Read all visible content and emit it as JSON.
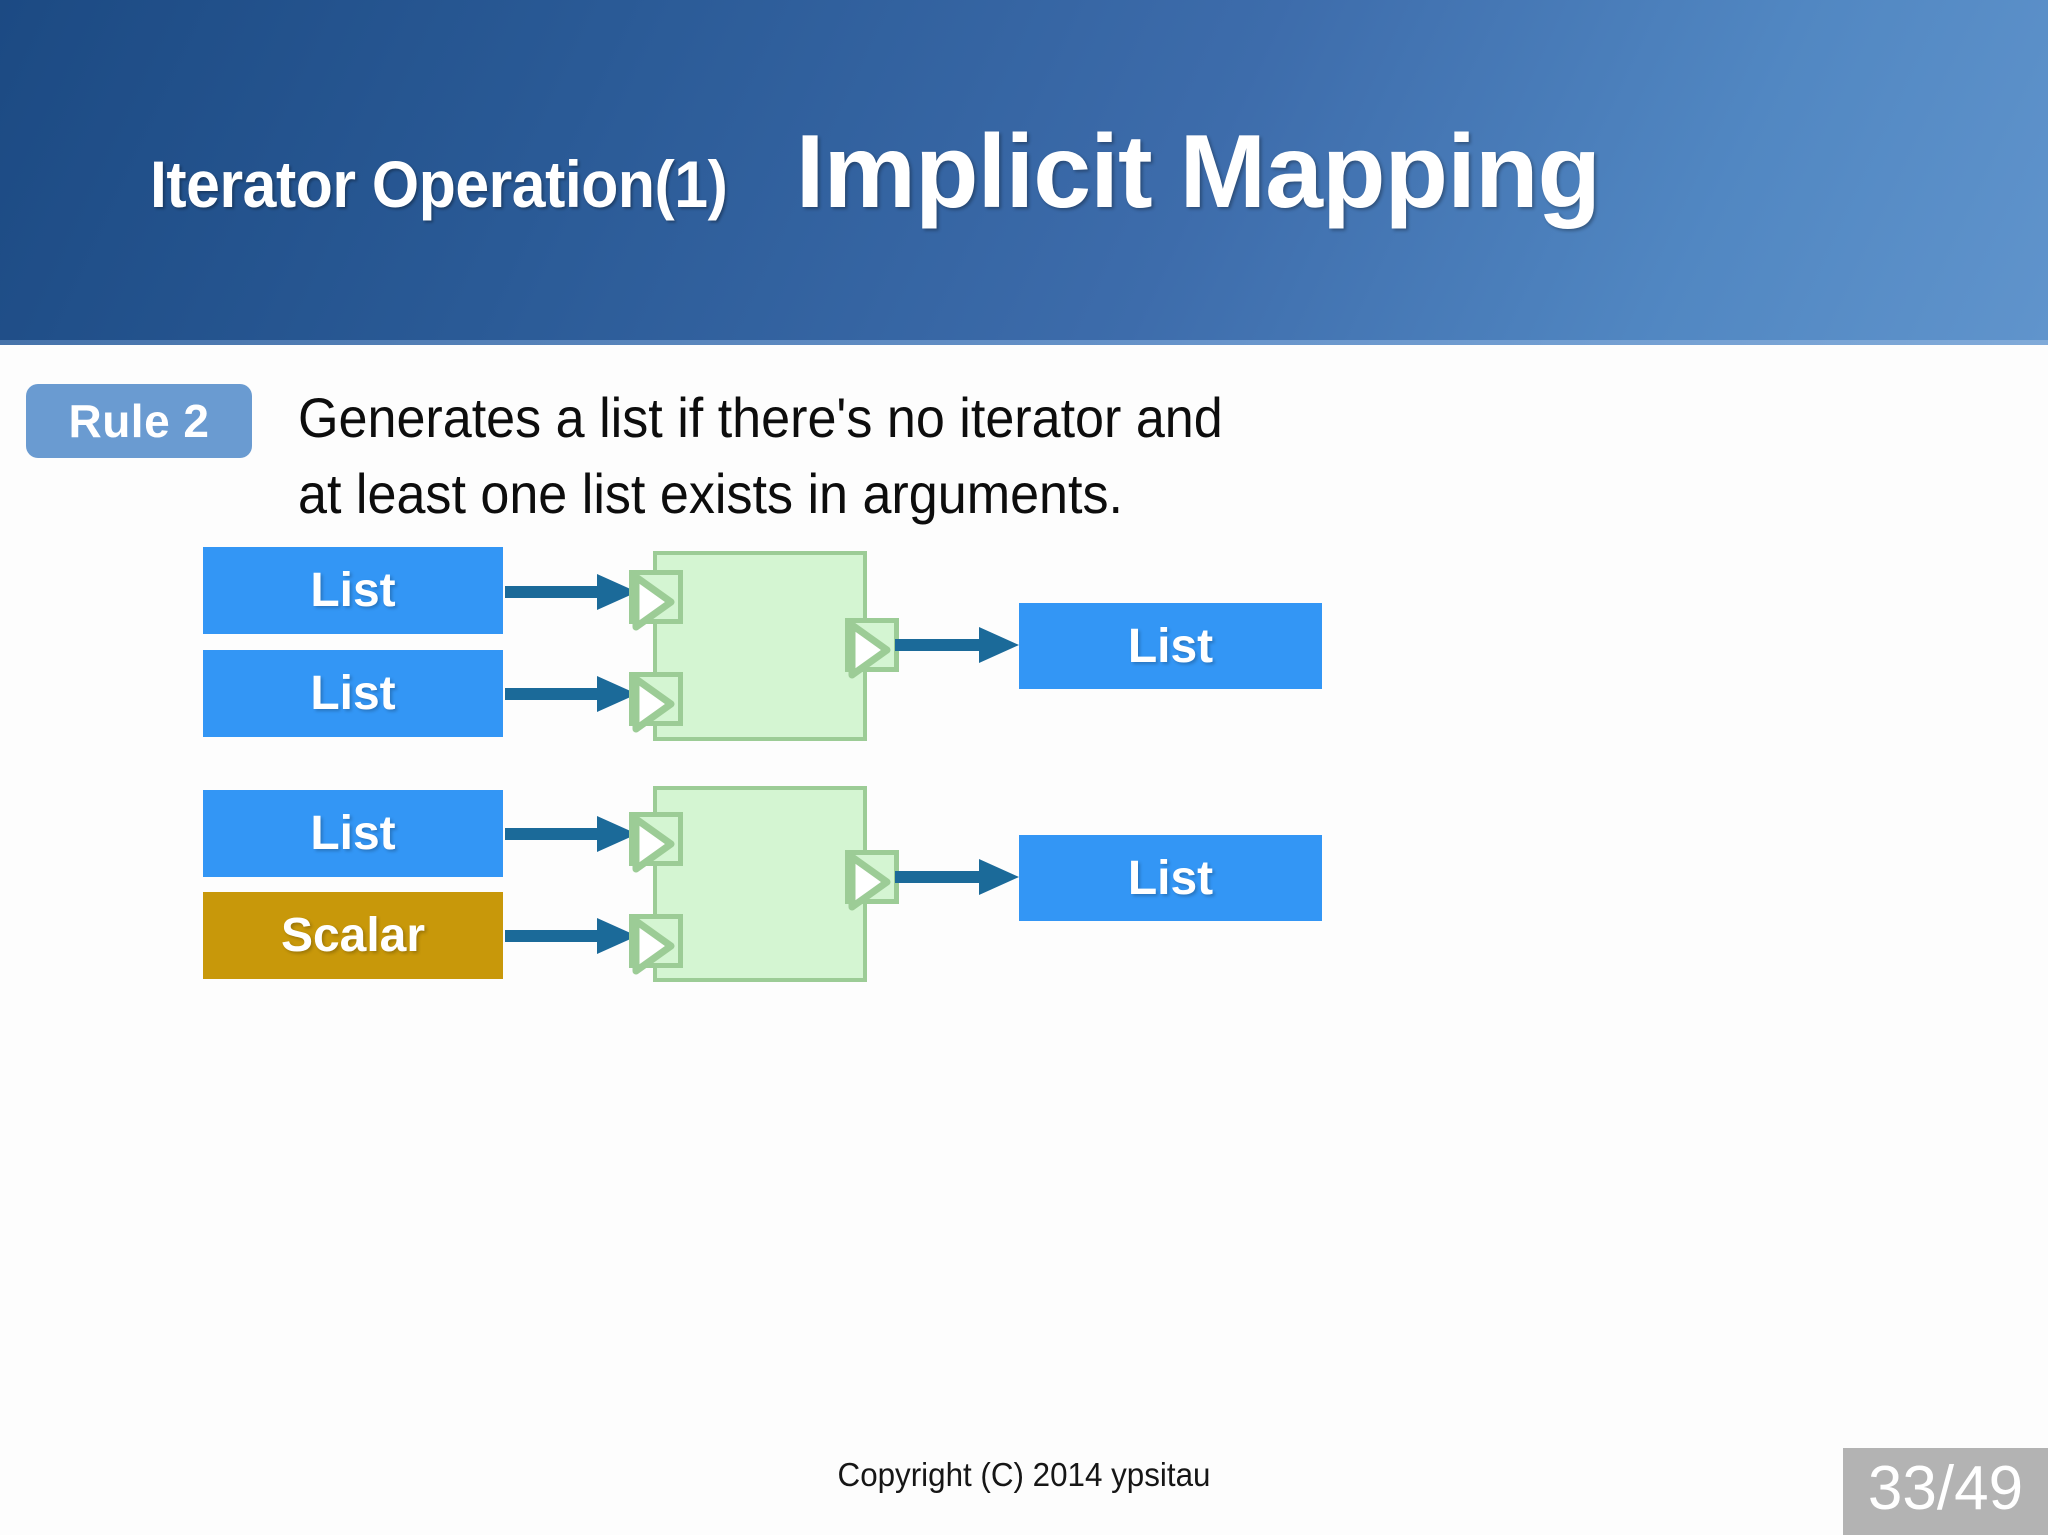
{
  "header": {
    "title_prefix": "Iterator Operation(1)",
    "title_main": "Implicit Mapping"
  },
  "rule": {
    "badge_label": "Rule 2",
    "text": "Generates a list if there's no iterator and\nat least one list exists in arguments."
  },
  "diagram": {
    "groups": [
      {
        "id": "group-1",
        "inputs": [
          {
            "label": "List",
            "kind": "list"
          },
          {
            "label": "List",
            "kind": "list"
          }
        ],
        "output": {
          "label": "List",
          "kind": "list"
        },
        "process": {
          "label": "",
          "input_port_count": 2,
          "output_port_count": 1
        }
      },
      {
        "id": "group-2",
        "inputs": [
          {
            "label": "List",
            "kind": "list"
          },
          {
            "label": "Scalar",
            "kind": "scalar"
          }
        ],
        "output": {
          "label": "List",
          "kind": "list"
        },
        "process": {
          "label": "",
          "input_port_count": 2,
          "output_port_count": 1
        }
      }
    ]
  },
  "footer": {
    "copyright": "Copyright (C) 2014 ypsitau",
    "page": "33/49"
  },
  "colors": {
    "header_dark": "#1c4a83",
    "header_light": "#6094cc",
    "badge_blue": "#6a9bd1",
    "list_blue": "#3396f5",
    "scalar_gold": "#c8980a",
    "process_fill": "#d4f5d2",
    "process_border": "#9ccc96",
    "arrow_blue": "#1b6a99",
    "page_badge_gray": "#b3b3b3"
  }
}
